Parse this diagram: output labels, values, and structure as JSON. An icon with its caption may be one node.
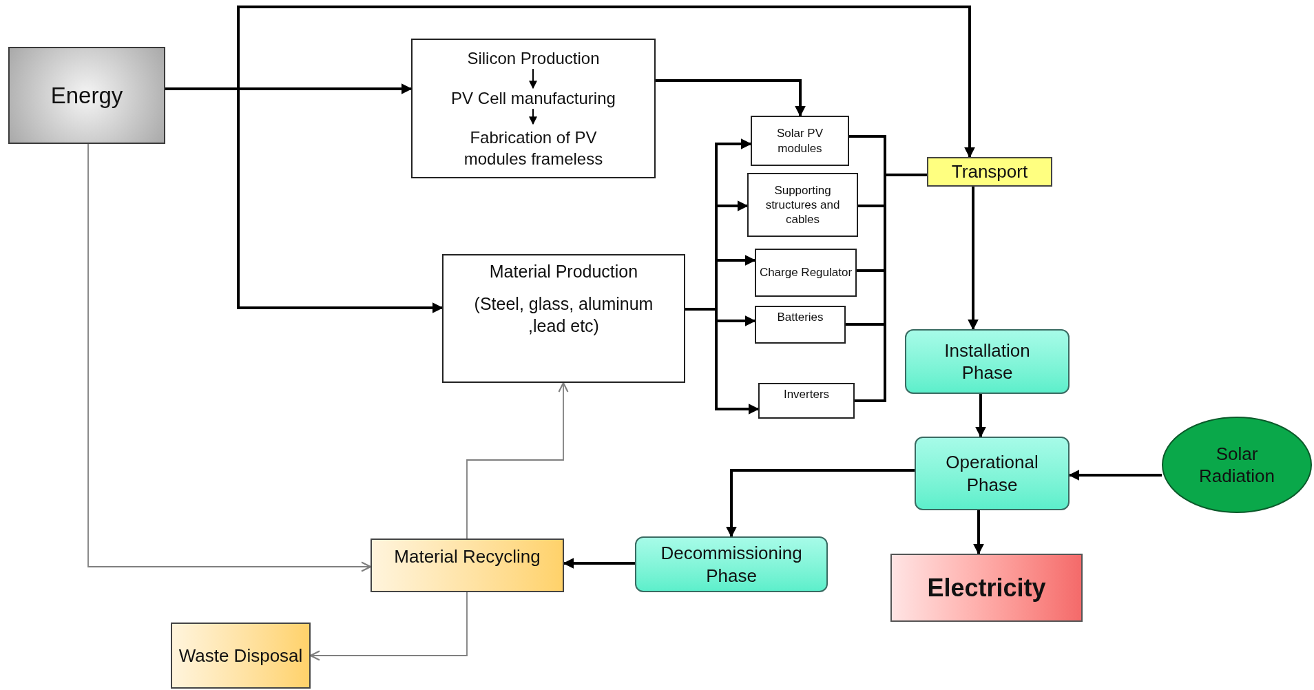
{
  "diagram": {
    "nodes": [
      {
        "text": [
          "Energy"
        ]
      },
      {
        "text": [],
        "shape": "box"
      },
      {
        "text": [
          "Silicon Production"
        ],
        "in": 1
      },
      {
        "text": [
          "PV Cell manufacturing"
        ],
        "in": 1
      },
      {
        "text": [
          "Fabrication of PV modules frameless"
        ],
        "in": 1
      },
      {
        "text": [
          "Material Production",
          "(Steel, glass, aluminum ,lead etc)"
        ]
      },
      {
        "text": [
          "Solar PV modules"
        ]
      },
      {
        "text": [
          "Supporting structures and cables"
        ]
      },
      {
        "text": [
          "Charge Regulator"
        ]
      },
      {
        "text": [
          "Batteries"
        ]
      },
      {
        "text": [
          "Inverters"
        ]
      },
      {
        "text": [
          "Transport"
        ]
      },
      {
        "text": [
          "Installation Phase"
        ]
      },
      {
        "text": [
          "Operational Phase"
        ]
      },
      {
        "text": [
          "Solar Radiation"
        ]
      },
      {
        "text": [
          "Electricity"
        ]
      },
      {
        "text": [
          "Decommissioning Phase"
        ]
      },
      {
        "text": [
          "Material Recycling"
        ]
      },
      {
        "text": [
          "Waste Disposal"
        ]
      }
    ],
    "edges": [
      {
        "from": 0,
        "to": 1,
        "arrow": "to"
      },
      {
        "from": 0,
        "to": 11,
        "arrow": "to"
      },
      {
        "from": 0,
        "to": 5,
        "arrow": "to"
      },
      {
        "from": 2,
        "to": 3,
        "arrow": "to"
      },
      {
        "from": 3,
        "to": 4,
        "arrow": "to"
      },
      {
        "from": 1,
        "to": 6,
        "arrow": "to"
      },
      {
        "from": 5,
        "to": 6,
        "arrow": "to"
      },
      {
        "from": 5,
        "to": 7,
        "arrow": "to"
      },
      {
        "from": 5,
        "to": 8,
        "arrow": "to"
      },
      {
        "from": 5,
        "to": 9,
        "arrow": "to"
      },
      {
        "from": 5,
        "to": 10,
        "arrow": "to"
      },
      {
        "from": 6,
        "to": 11,
        "arrow": "none"
      },
      {
        "from": 7,
        "to": 11,
        "arrow": "none"
      },
      {
        "from": 8,
        "to": 11,
        "arrow": "none"
      },
      {
        "from": 9,
        "to": 11,
        "arrow": "none"
      },
      {
        "from": 10,
        "to": 11,
        "arrow": "none"
      },
      {
        "from": 11,
        "to": 12,
        "arrow": "to"
      },
      {
        "from": 12,
        "to": 13,
        "arrow": "to"
      },
      {
        "from": 14,
        "to": 13,
        "arrow": "to"
      },
      {
        "from": 13,
        "to": 15,
        "arrow": "to"
      },
      {
        "from": 13,
        "to": 16,
        "arrow": "to"
      },
      {
        "from": 16,
        "to": 17,
        "arrow": "to"
      },
      {
        "from": 17,
        "to": 5,
        "arrow": "to",
        "color": "#7f7f7f"
      },
      {
        "from": 0,
        "to": 17,
        "arrow": "to",
        "color": "#7f7f7f"
      },
      {
        "from": 17,
        "to": 18,
        "arrow": "to",
        "color": "#7f7f7f"
      }
    ]
  }
}
